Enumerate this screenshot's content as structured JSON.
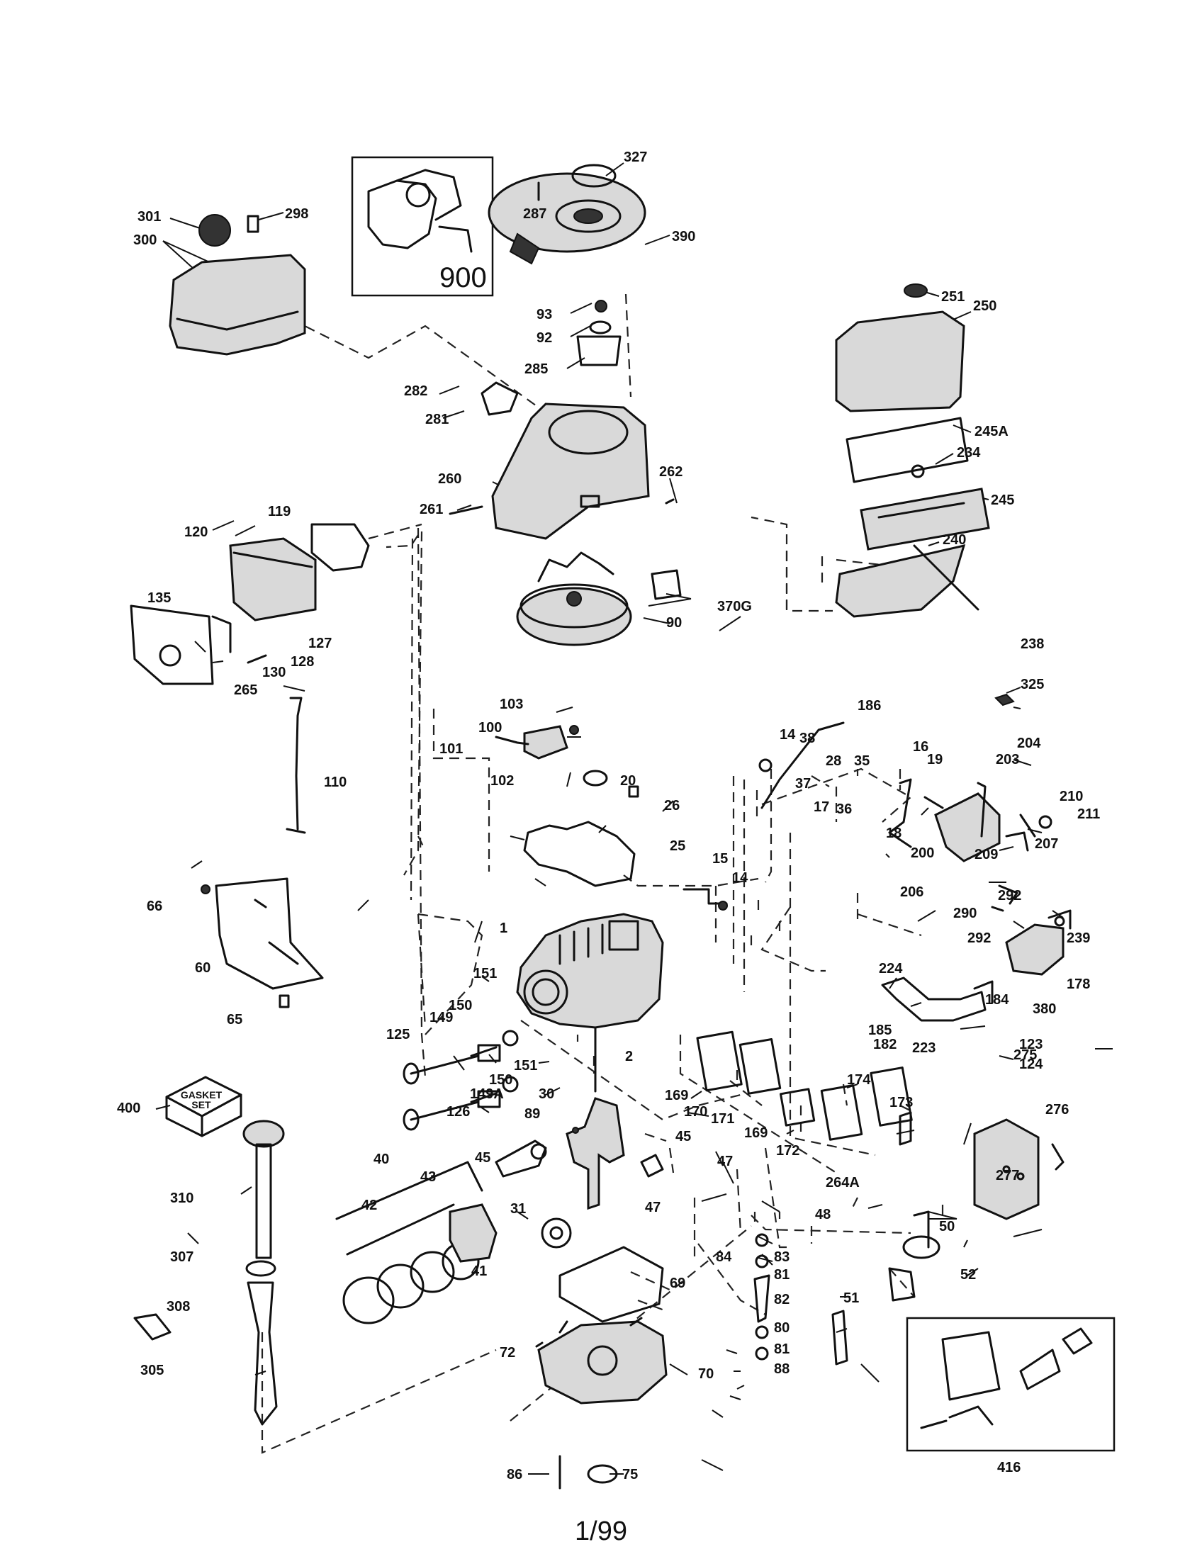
{
  "page_number": "1/99",
  "model_box_label": "900",
  "gasket_set_label": [
    "GASKET",
    "SET"
  ],
  "callouts": {
    "c327": "327",
    "c287": "287",
    "c390": "390",
    "c301": "301",
    "c298": "298",
    "c300": "300",
    "c93": "93",
    "c92": "92",
    "c285": "285",
    "c251": "251",
    "c250": "250",
    "c282": "282",
    "c281": "281",
    "c245A": "245A",
    "c234": "234",
    "c260": "260",
    "c262": "262",
    "c261": "261",
    "c245": "245",
    "c119": "119",
    "c120": "120",
    "c240": "240",
    "c370G": "370G",
    "c90": "90",
    "c238": "238",
    "c135": "135",
    "c127": "127",
    "c128": "128",
    "c130": "130",
    "c265": "265",
    "c325": "325",
    "c103": "103",
    "c186": "186",
    "c100": "100",
    "c14a": "14",
    "c38": "38",
    "c16": "16",
    "c204": "204",
    "c101": "101",
    "c28": "28",
    "c35": "35",
    "c19": "19",
    "c203": "203",
    "c102": "102",
    "c20": "20",
    "c37": "37",
    "c17": "17",
    "c36": "36",
    "c210": "210",
    "c211": "211",
    "c110": "110",
    "c26": "26",
    "c18": "18",
    "c25": "25",
    "c200": "200",
    "c209": "209",
    "c207": "207",
    "c15": "15",
    "c14b": "14",
    "c206": "206",
    "c66": "66",
    "c292a": "292",
    "c290": "290",
    "c1": "1",
    "c292b": "292",
    "c239": "239",
    "c60": "60",
    "c224": "224",
    "c178": "178",
    "c151a": "151",
    "c184": "184",
    "c380": "380",
    "c149": "149",
    "c150a": "150",
    "c65": "65",
    "c125": "125",
    "c185": "185",
    "c2": "2",
    "c182": "182",
    "c223": "223",
    "c123": "123",
    "c151b": "151",
    "c124": "124",
    "c150b": "150",
    "c149A": "149A",
    "c174": "174",
    "c400": "400",
    "c126": "126",
    "c30": "30",
    "c169a": "169",
    "c170": "170",
    "c171": "171",
    "c275": "275",
    "c89": "89",
    "c173": "173",
    "c276": "276",
    "c169b": "169",
    "c172": "172",
    "c45a": "45",
    "c40": "40",
    "c45b": "45",
    "c47a": "47",
    "c264A": "264A",
    "c277": "277",
    "c43": "43",
    "c310": "310",
    "c42": "42",
    "c47b": "47",
    "c31": "31",
    "c48": "48",
    "c50": "50",
    "c84": "84",
    "c83": "83",
    "c307": "307",
    "c41": "41",
    "c81a": "81",
    "c52": "52",
    "c69": "69",
    "c82": "82",
    "c308": "308",
    "c51": "51",
    "c80": "80",
    "c72": "72",
    "c81b": "81",
    "c88": "88",
    "c70": "70",
    "c305": "305",
    "c86": "86",
    "c75": "75",
    "c416": "416"
  }
}
